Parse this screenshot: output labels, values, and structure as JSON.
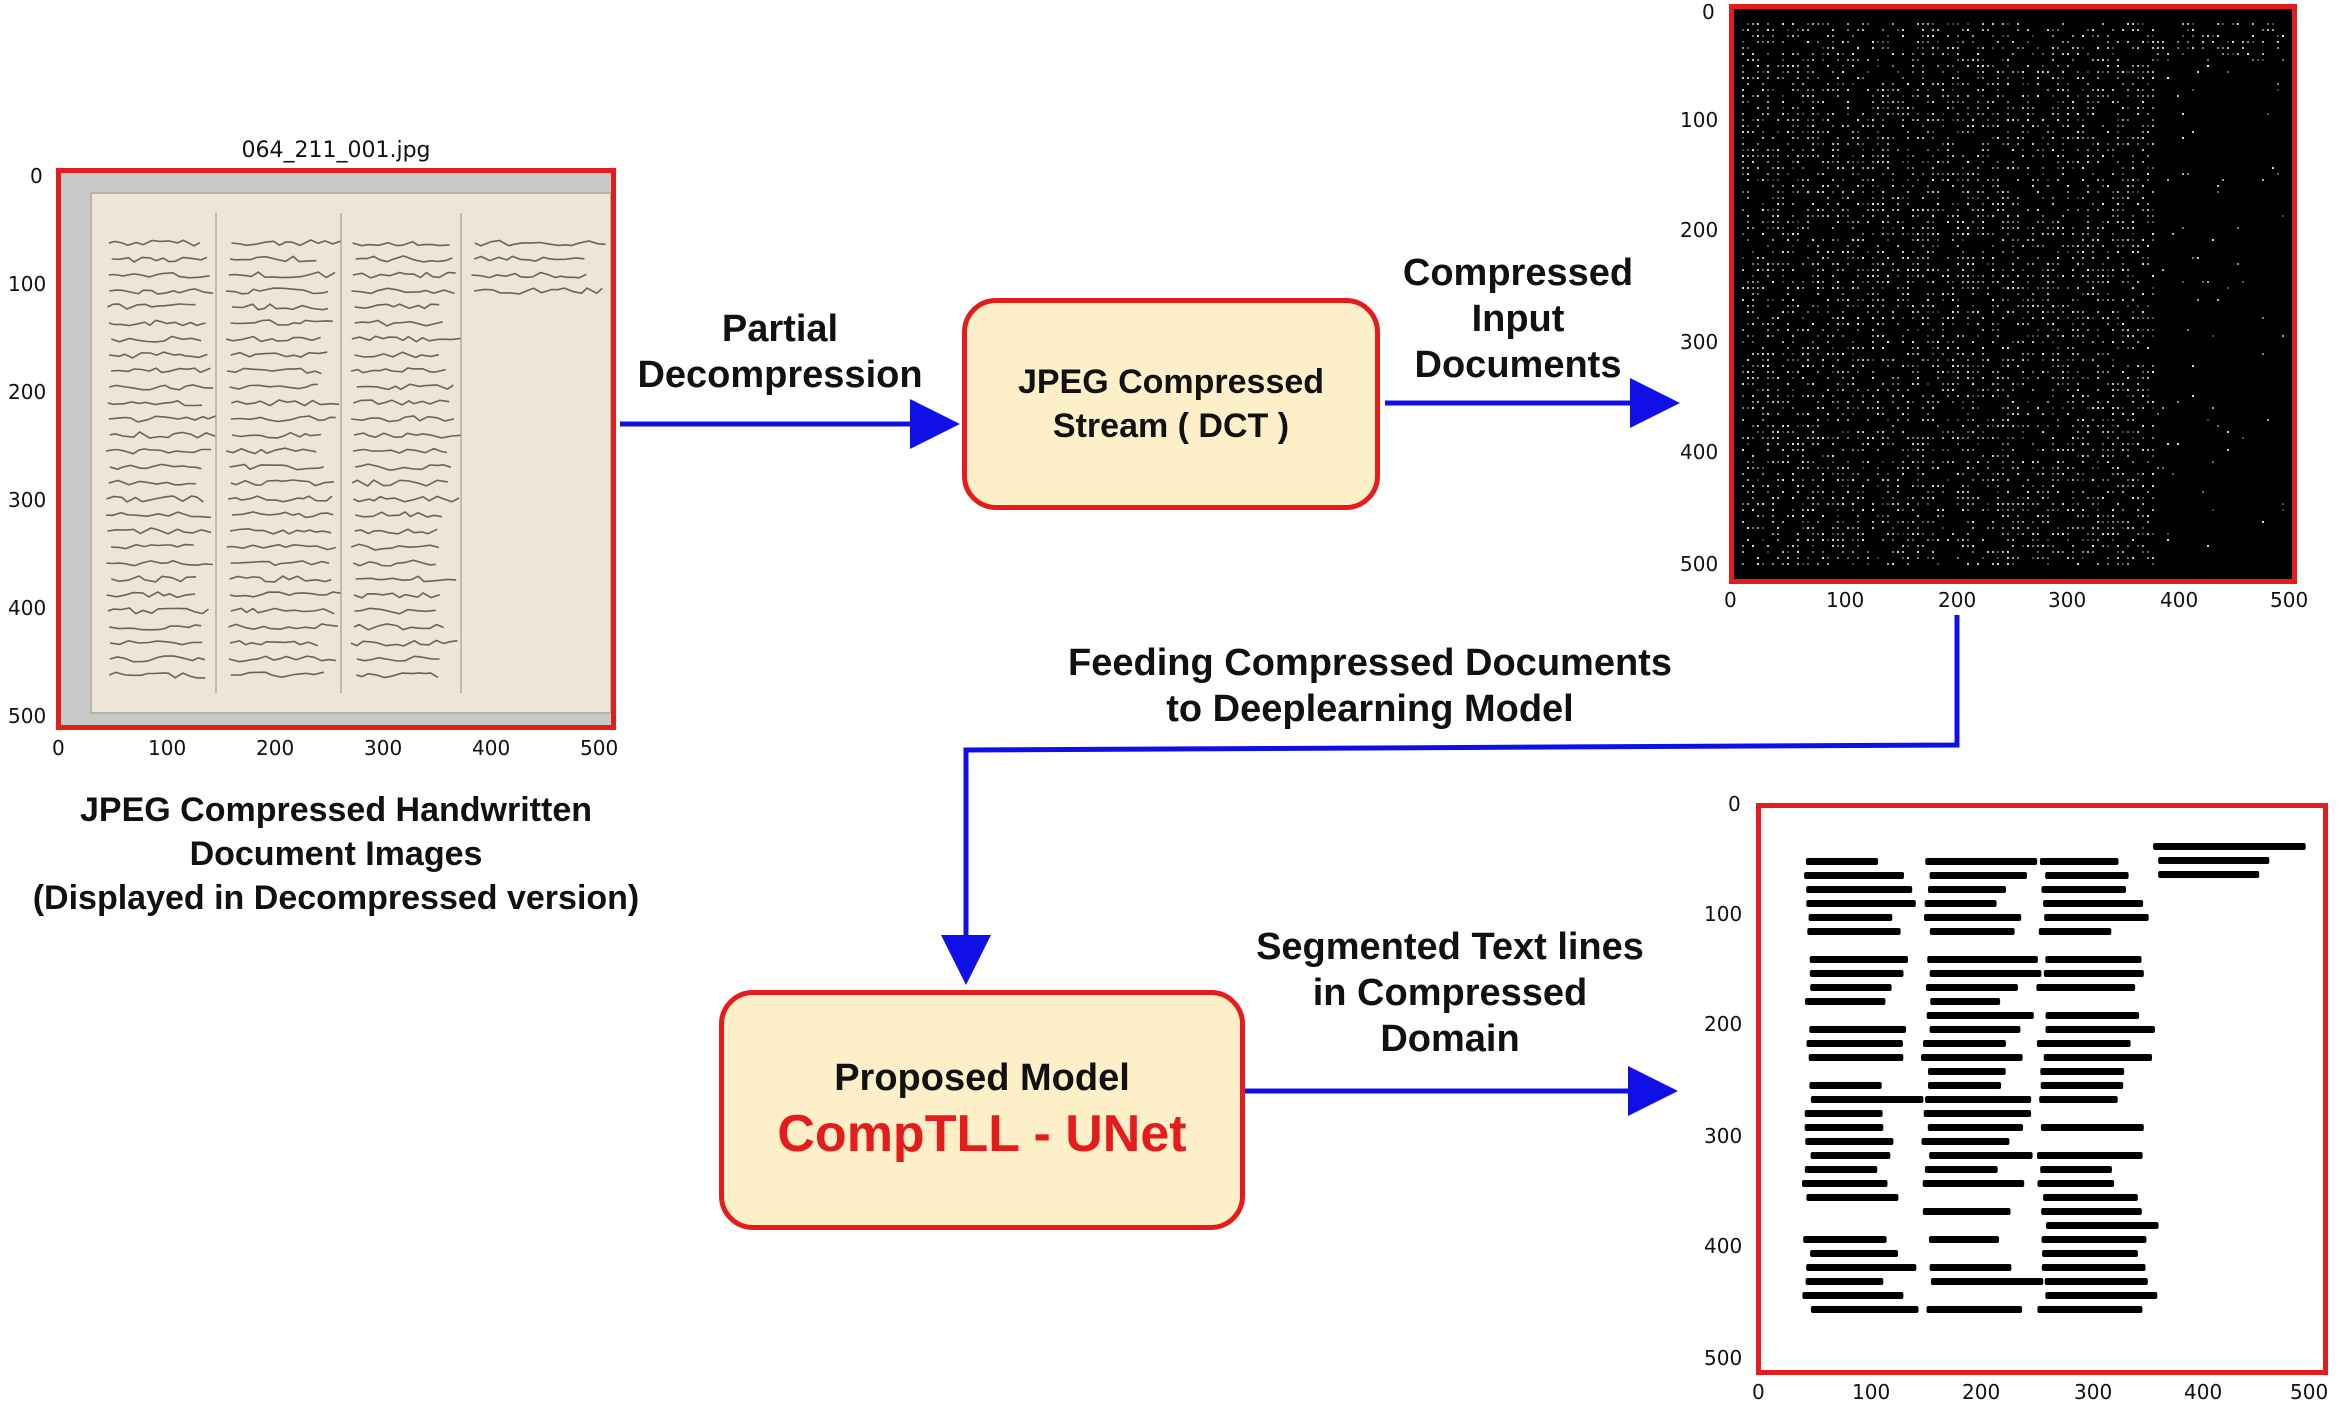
{
  "input_image": {
    "title": "064_211_001.jpg",
    "x_ticks": [
      "0",
      "100",
      "200",
      "300",
      "400",
      "500"
    ],
    "y_ticks": [
      "0",
      "100",
      "200",
      "300",
      "400",
      "500"
    ],
    "caption_lines": [
      "JPEG Compressed Handwritten",
      "Document Images",
      "(Displayed in Decompressed version)"
    ]
  },
  "arrow_partial": {
    "label_lines": [
      "Partial",
      "Decompression"
    ]
  },
  "dct_box": {
    "lines": [
      "JPEG Compressed",
      "Stream ( DCT )"
    ]
  },
  "arrow_compressed": {
    "label_lines": [
      "Compressed",
      "Input",
      "Documents"
    ]
  },
  "dct_image": {
    "x_ticks": [
      "0",
      "100",
      "200",
      "300",
      "400",
      "500"
    ],
    "y_ticks": [
      "0",
      "100",
      "200",
      "300",
      "400",
      "500"
    ]
  },
  "arrow_feeding": {
    "label_lines": [
      "Feeding Compressed Documents",
      "to Deeplearning Model"
    ]
  },
  "model_box": {
    "line1": "Proposed Model",
    "line2": "CompTLL - UNet"
  },
  "arrow_segmented": {
    "label_lines": [
      "Segmented Text lines",
      "in Compressed",
      "Domain"
    ]
  },
  "seg_image": {
    "x_ticks": [
      "0",
      "100",
      "200",
      "300",
      "400",
      "500"
    ],
    "y_ticks": [
      "0",
      "100",
      "200",
      "300",
      "400",
      "500"
    ]
  },
  "colors": {
    "arrow": "#1010e6",
    "box_border": "#e51c1c",
    "box_fill": "#fdefc8",
    "model_name": "#e51c1c"
  }
}
